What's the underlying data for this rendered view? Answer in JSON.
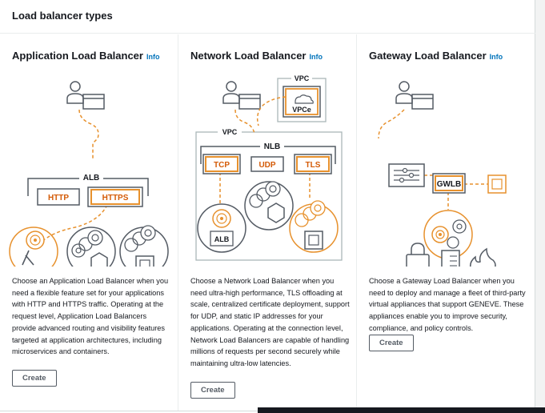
{
  "section": {
    "title": "Load balancer types"
  },
  "info_label": "Info",
  "create_label": "Create",
  "colors": {
    "orange": "#e7912d",
    "gray": "#545b64",
    "link": "#0073bb"
  },
  "cards": [
    {
      "title": "Application Load Balancer",
      "description": "Choose an Application Load Balancer when you need a flexible feature set for your applications with HTTP and HTTPS traffic. Operating at the request level, Application Load Balancers provide advanced routing and visibility features targeted at application architectures, including microservices and containers.",
      "diagram": {
        "lb": "ALB",
        "listeners": [
          "HTTP",
          "HTTPS"
        ]
      }
    },
    {
      "title": "Network Load Balancer",
      "description": "Choose a Network Load Balancer when you need ultra-high performance, TLS offloading at scale, centralized certificate deployment, support for UDP, and static IP addresses for your applications. Operating at the connection level, Network Load Balancers are capable of handling millions of requests per second securely while maintaining ultra-low latencies.",
      "diagram": {
        "vpc_top": "VPC",
        "endpoint": "VPCe",
        "vpc": "VPC",
        "lb": "NLB",
        "listeners": [
          "TCP",
          "UDP",
          "TLS"
        ],
        "target": "ALB"
      }
    },
    {
      "title": "Gateway Load Balancer",
      "description": "Choose a Gateway Load Balancer when you need to deploy and manage a fleet of third-party virtual appliances that support GENEVE. These appliances enable you to improve security, compliance, and policy controls.",
      "diagram": {
        "lb": "GWLB"
      }
    }
  ]
}
